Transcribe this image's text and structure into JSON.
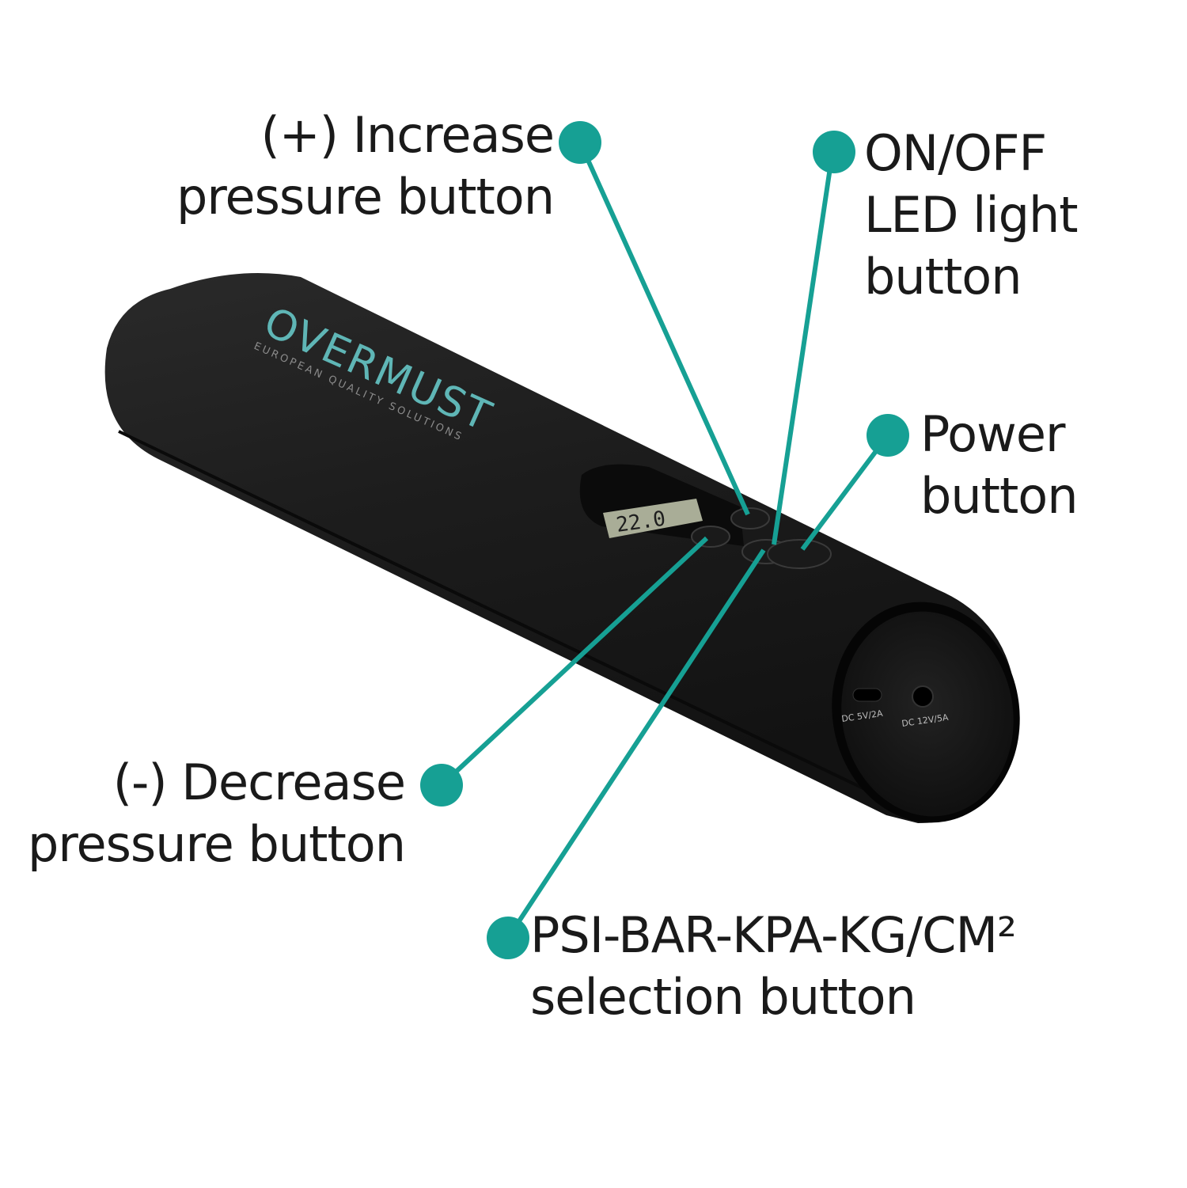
{
  "callouts": {
    "increase": {
      "line1": "(+) Increase",
      "line2": "pressure button"
    },
    "led": {
      "line1": "ON/OFF",
      "line2": "LED light",
      "line3": "button"
    },
    "power": {
      "line1": "Power",
      "line2": "button"
    },
    "decrease": {
      "line1": "(-) Decrease",
      "line2": "pressure button"
    },
    "unit": {
      "line1": "PSI-BAR-KPA-KG/CM²",
      "line2": "selection button"
    }
  },
  "device": {
    "brand": "OVERMUST",
    "tagline": "EUROPEAN QUALITY SOLUTIONS",
    "display_value": "22.0",
    "port_usb": "DC 5V/2A",
    "port_dc": "DC 12V/5A"
  },
  "colors": {
    "accent": "#16a094",
    "body": "#1c1c1c",
    "text": "#1a1a1a",
    "lcd": "#a9ad97"
  }
}
